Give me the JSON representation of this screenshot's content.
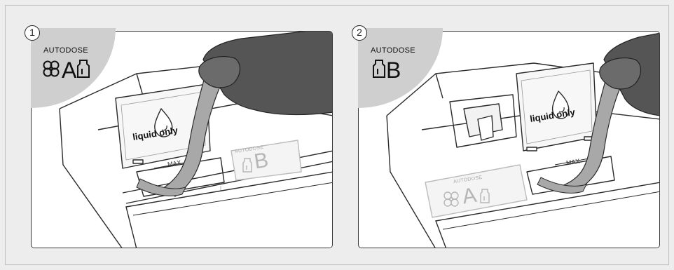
{
  "steps": [
    {
      "number": "1",
      "badge_label": "AUTODOSE",
      "badge_letter": "A",
      "badge_icons": [
        "flower-icon",
        "bottle-icon"
      ],
      "flap_text": "liquid only",
      "max_text": "MAX",
      "faded_label": "AUTODOSE",
      "faded_letter": "B"
    },
    {
      "number": "2",
      "badge_label": "AUTODOSE",
      "badge_letter": "B",
      "badge_icons": [
        "bottle-icon"
      ],
      "flap_text": "liquid only",
      "max_text": "MAX",
      "faded_label": "AUTODOSE",
      "faded_letter": "A"
    }
  ],
  "colors": {
    "background": "#ededed",
    "badge": "#cfcfcf",
    "sleeve": "#555555",
    "liquid": "#a8a8a8",
    "outline": "#2a2a2a"
  }
}
